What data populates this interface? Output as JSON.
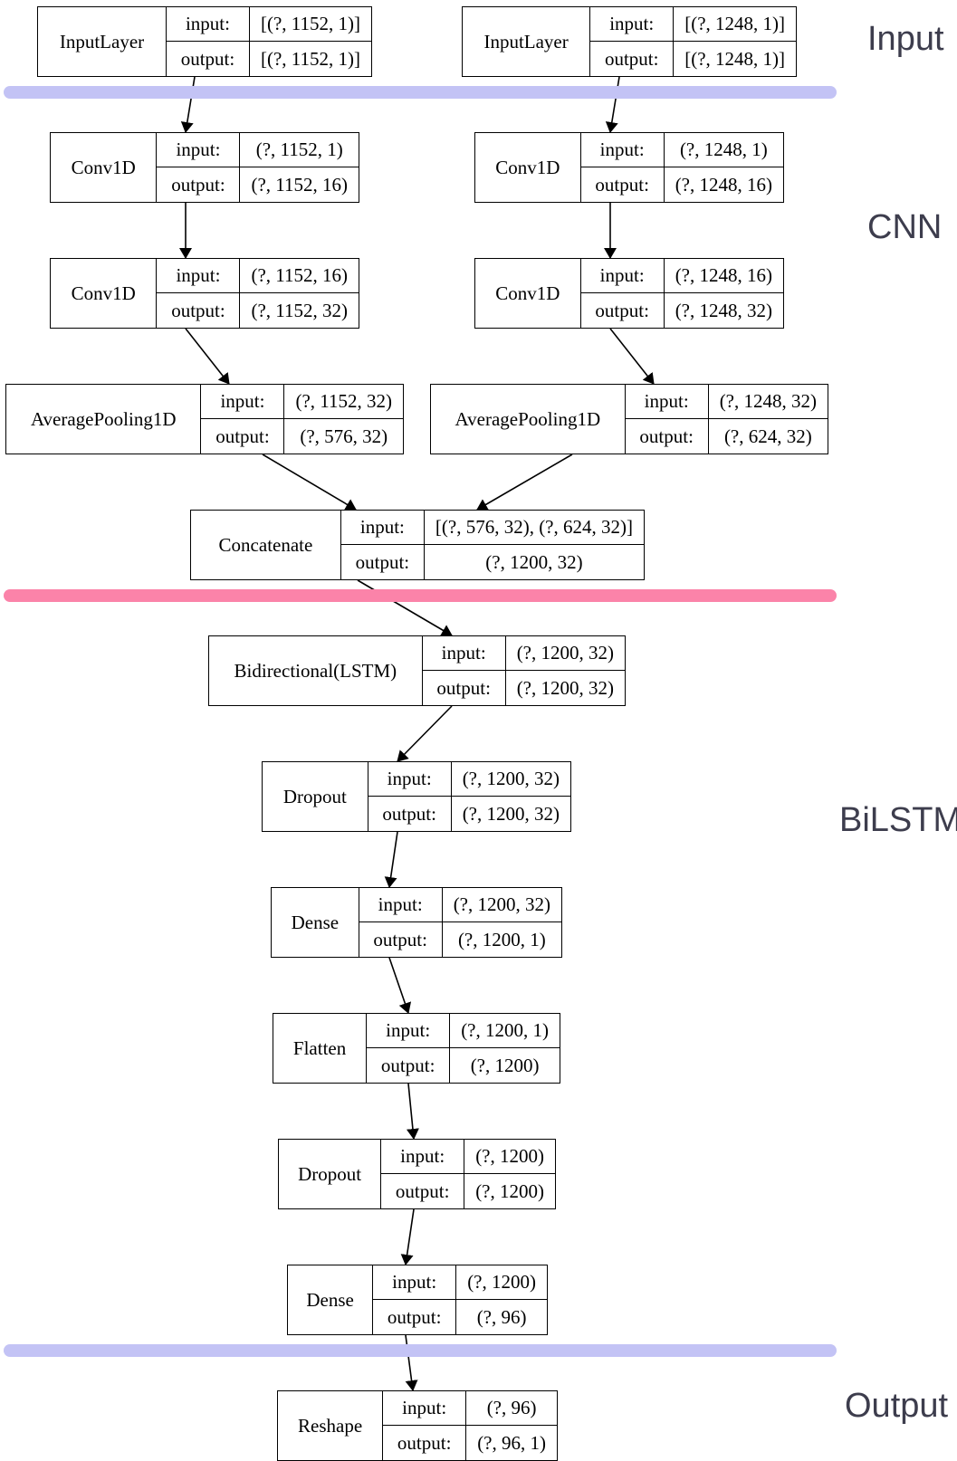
{
  "sections": {
    "input": "Input",
    "cnn": "CNN",
    "bilstm": "BiLSTM",
    "output": "Output"
  },
  "port_labels": {
    "input": "input:",
    "output": "output:"
  },
  "layers": [
    {
      "id": "input_a",
      "name": "InputLayer",
      "input": "[(?, 1152, 1)]",
      "output": "[(?, 1152, 1)]"
    },
    {
      "id": "input_b",
      "name": "InputLayer",
      "input": "[(?, 1248, 1)]",
      "output": "[(?, 1248, 1)]"
    },
    {
      "id": "conv1_a",
      "name": "Conv1D",
      "input": "(?, 1152, 1)",
      "output": "(?, 1152, 16)"
    },
    {
      "id": "conv1_b",
      "name": "Conv1D",
      "input": "(?, 1248, 1)",
      "output": "(?, 1248, 16)"
    },
    {
      "id": "conv2_a",
      "name": "Conv1D",
      "input": "(?, 1152, 16)",
      "output": "(?, 1152, 32)"
    },
    {
      "id": "conv2_b",
      "name": "Conv1D",
      "input": "(?, 1248, 16)",
      "output": "(?, 1248, 32)"
    },
    {
      "id": "pool_a",
      "name": "AveragePooling1D",
      "input": "(?, 1152, 32)",
      "output": "(?, 576, 32)"
    },
    {
      "id": "pool_b",
      "name": "AveragePooling1D",
      "input": "(?, 1248, 32)",
      "output": "(?, 624, 32)"
    },
    {
      "id": "concat",
      "name": "Concatenate",
      "input": "[(?, 576, 32), (?, 624, 32)]",
      "output": "(?, 1200, 32)"
    },
    {
      "id": "bilstm",
      "name": "Bidirectional(LSTM)",
      "input": "(?, 1200, 32)",
      "output": "(?, 1200, 32)"
    },
    {
      "id": "dropout1",
      "name": "Dropout",
      "input": "(?, 1200, 32)",
      "output": "(?, 1200, 32)"
    },
    {
      "id": "dense1",
      "name": "Dense",
      "input": "(?, 1200, 32)",
      "output": "(?, 1200, 1)"
    },
    {
      "id": "flatten",
      "name": "Flatten",
      "input": "(?, 1200, 1)",
      "output": "(?, 1200)"
    },
    {
      "id": "dropout2",
      "name": "Dropout",
      "input": "(?, 1200)",
      "output": "(?, 1200)"
    },
    {
      "id": "dense2",
      "name": "Dense",
      "input": "(?, 1200)",
      "output": "(?, 96)"
    },
    {
      "id": "reshape",
      "name": "Reshape",
      "input": "(?, 96)",
      "output": "(?, 96, 1)"
    }
  ],
  "edges": [
    [
      "input_a",
      "conv1_a"
    ],
    [
      "input_b",
      "conv1_b"
    ],
    [
      "conv1_a",
      "conv2_a"
    ],
    [
      "conv1_b",
      "conv2_b"
    ],
    [
      "conv2_a",
      "pool_a"
    ],
    [
      "conv2_b",
      "pool_b"
    ],
    [
      "pool_a",
      "concat"
    ],
    [
      "pool_b",
      "concat"
    ],
    [
      "concat",
      "bilstm"
    ],
    [
      "bilstm",
      "dropout1"
    ],
    [
      "dropout1",
      "dense1"
    ],
    [
      "dense1",
      "flatten"
    ],
    [
      "flatten",
      "dropout2"
    ],
    [
      "dropout2",
      "dense2"
    ],
    [
      "dense2",
      "reshape"
    ]
  ],
  "colors": {
    "band_input_output": "#c3c3f5",
    "band_cnn": "#fb83a9",
    "section_text": "#3d3d4d"
  }
}
